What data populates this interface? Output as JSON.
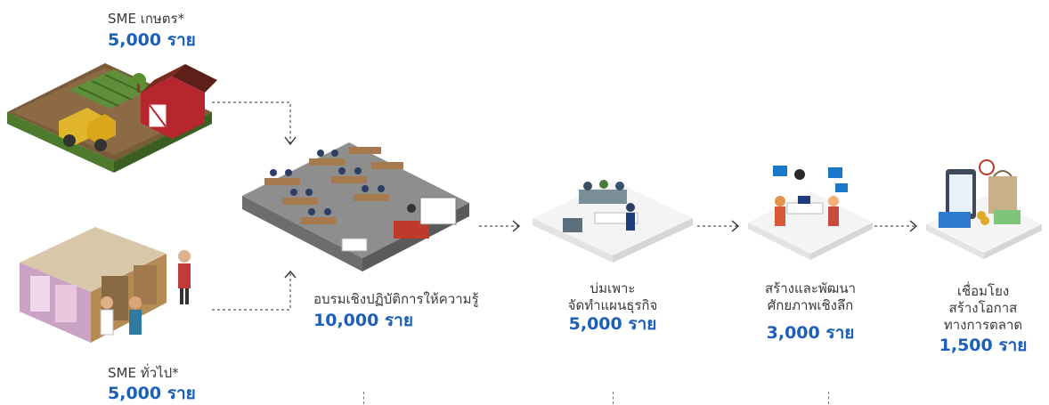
{
  "sources": [
    {
      "label": "SME เกษตร*",
      "count": "5,000",
      "unit": "ราย"
    },
    {
      "label": "SME ทั่วไป*",
      "count": "5,000",
      "unit": "ราย"
    }
  ],
  "stages": [
    {
      "lines": [
        "อบรมเชิงปฏิบัติการให้ความรู้"
      ],
      "count": "10,000",
      "unit": "ราย"
    },
    {
      "lines": [
        "บ่มเพาะ",
        "จัดทำแผนธุรกิจ"
      ],
      "count": "5,000",
      "unit": "ราย"
    },
    {
      "lines": [
        "สร้างและพัฒนา",
        "ศักยภาพเชิงลึก"
      ],
      "count": "3,000",
      "unit": "ราย"
    },
    {
      "lines": [
        "เชื่อมโยง",
        "สร้างโอกาส",
        "ทางการตลาด"
      ],
      "count": "1,500",
      "unit": "ราย"
    }
  ],
  "colors": {
    "accent": "#1b5fb8",
    "text": "#3a3a3a"
  }
}
